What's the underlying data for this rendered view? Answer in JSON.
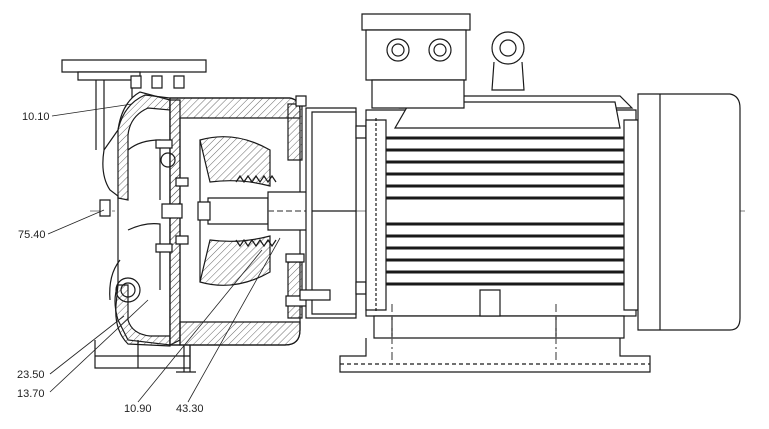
{
  "callouts": [
    {
      "id": "a",
      "text": "10.10"
    },
    {
      "id": "b",
      "text": "75.40"
    },
    {
      "id": "c",
      "text": "23.50"
    },
    {
      "id": "d",
      "text": "13.70"
    },
    {
      "id": "e",
      "text": "10.90"
    },
    {
      "id": "f",
      "text": "43.30"
    }
  ],
  "colors": {
    "line": "#1a1a1a",
    "hatch": "#444444",
    "paper": "#ffffff"
  }
}
